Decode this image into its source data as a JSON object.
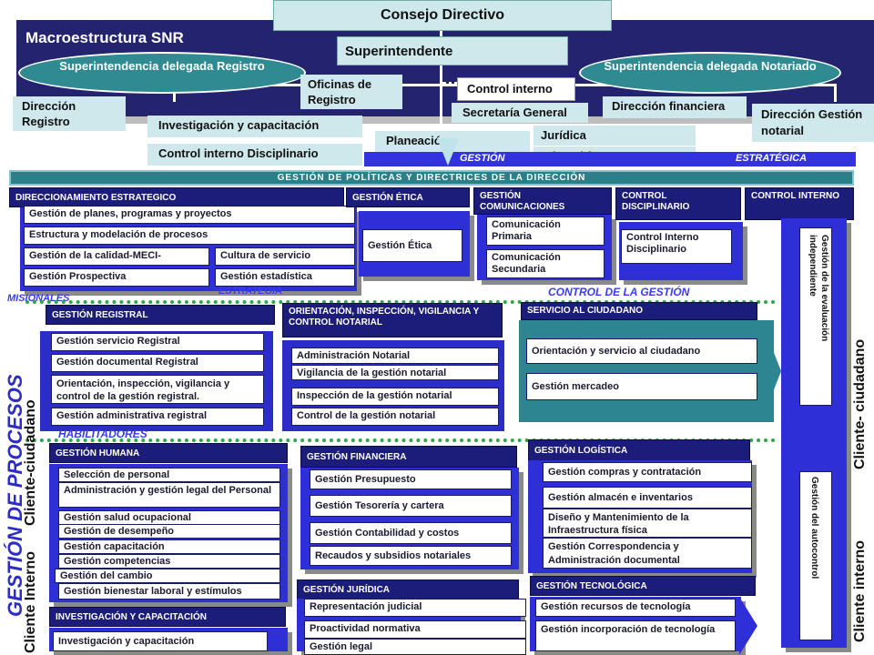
{
  "top": {
    "consejo": "Consejo Directivo",
    "title": "Macroestructura SNR",
    "superintendente": "Superintendente",
    "sd_registro": "Superintendencia delegada Registro",
    "sd_notariado": "Superintendencia delegada Notariado",
    "oficinas": "Oficinas de Registro",
    "control_interno": "Control interno",
    "secretaria": "Secretaría General",
    "dir_registro": "Dirección Registro",
    "investigacion": "Investigación y capacitación",
    "control_disciplinario": "Control interno Disciplinario",
    "planeacion": "Planeación",
    "juridica": "Jurídica",
    "informatica": "Informática",
    "dir_financiera": "Dirección financiera",
    "dir_notarial": "Dirección Gestión notarial",
    "gestion_left": "GESTIÓN",
    "gestion_right": "ESTRATÉGICA",
    "politicas": "GESTIÓN DE POLÍTICAS Y DIRECTRICES DE LA DIRECCIÓN"
  },
  "strategic": {
    "direccionamiento": {
      "header": "DIRECCIONAMIENTO ESTRATEGICO",
      "items": [
        "Gestión de planes, programas y proyectos",
        "Estructura y modelación de procesos",
        "Gestión de la calidad-MECI-",
        "Cultura de servicio",
        "Gestión Prospectiva",
        "Gestión estadística"
      ]
    },
    "etica": {
      "header": "GESTIÓN ÉTICA",
      "item": "Gestión Ética"
    },
    "comunicaciones": {
      "header": "GESTIÓN COMUNICACIONES",
      "items": [
        "Comunicación Primaria",
        "Comunicación Secundaria"
      ]
    },
    "disciplinario": {
      "header": "CONTROL DISCIPLINARIO",
      "item": "Control Interno Disciplinario"
    },
    "control_interno": {
      "header": "CONTROL INTERNO"
    },
    "estrategia_label": "ESTRATEGIA",
    "control_gestion_label": "CONTROL DE LA GESTIÓN",
    "misionales_label": "MISIONALES",
    "habilitadores_label": "HABILITADORES"
  },
  "missional": {
    "registral": {
      "header": "GESTIÓN REGISTRAL",
      "items": [
        "Gestión servicio Registral",
        "Gestión documental Registral",
        "Orientación, inspección, vigilancia y control de la gestión registral.",
        "Gestión administrativa registral"
      ]
    },
    "notarial": {
      "header": "ORIENTACIÓN, INSPECCIÓN, VIGILANCIA Y CONTROL NOTARIAL",
      "items": [
        "Administración Notarial",
        "Vigilancia de la gestión notarial",
        "Inspección de la gestión notarial",
        "Control de la gestión notarial"
      ]
    },
    "ciudadano": {
      "header": "SERVICIO AL CIUDADANO",
      "items": [
        "Orientación y servicio al ciudadano",
        "Gestión mercadeo"
      ]
    }
  },
  "support": {
    "humana": {
      "header": "GESTIÓN HUMANA",
      "items": [
        "Selección de personal",
        "Administración y gestión legal del Personal",
        "Gestión salud ocupacional",
        "Gestión de desempeño",
        "Gestión capacitación",
        "Gestión competencias",
        "Gestión del cambio",
        "Gestión bienestar laboral y estímulos"
      ]
    },
    "financiera": {
      "header": "GESTIÓN FINANCIERA",
      "items": [
        "Gestión Presupuesto",
        "Gestión Tesorería y cartera",
        "Gestión Contabilidad y costos",
        "Recaudos y subsidios notariales"
      ]
    },
    "logistica": {
      "header": "GESTIÓN LOGÍSTICA",
      "items": [
        "Gestión compras y contratación",
        "Gestión almacén e inventarios",
        "Diseño y Mantenimiento de la Infraestructura física",
        "Gestión Correspondencia y Administración documental"
      ]
    },
    "investigacion": {
      "header": "INVESTIGACIÓN Y CAPACITACIÓN",
      "item": "Investigación y capacitación"
    },
    "juridica": {
      "header": "GESTIÓN JURÍDICA",
      "items": [
        "Representación judicial",
        "Proactividad normativa",
        "Gestión legal"
      ]
    },
    "tecnologica": {
      "header": "GESTIÓN TECNOLÓGICA",
      "items": [
        "Gestión recursos de tecnología",
        "Gestión incorporación de tecnología"
      ]
    }
  },
  "sides": {
    "gestion_procesos": "GESTIÓN DE PROCESOS",
    "cliente_ciudadano_left": "Cliente-ciudadano",
    "cliente_interno_left": "Cliente Interno",
    "cliente_ciudadano_right": "Cliente- ciudadano",
    "cliente_interno_right": "Cliente interno",
    "evaluacion": "Gestión de la evaluación independiente",
    "autocontrol": "Gestión del autocontrol"
  }
}
